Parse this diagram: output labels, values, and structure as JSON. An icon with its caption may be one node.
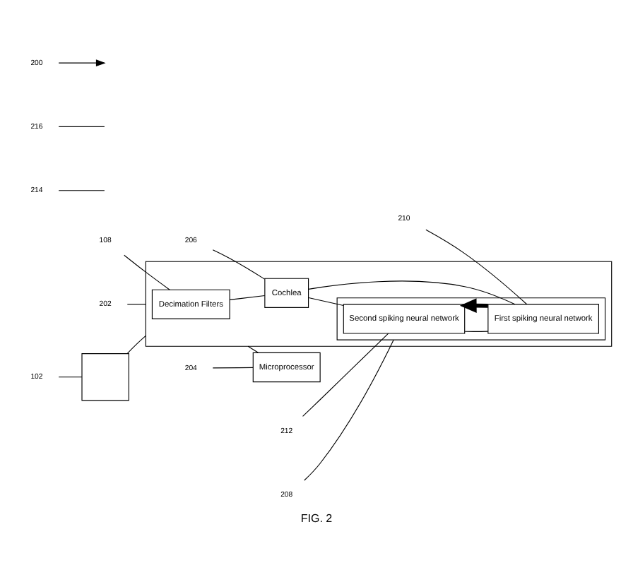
{
  "diagram": {
    "caption": "FIG. 2",
    "nodes": [
      {
        "text": [],
        "shape": "box"
      },
      {
        "text": [],
        "shape": "box"
      },
      {
        "text": [
          "Decimation Filters"
        ],
        "in": 1
      },
      {
        "text": [
          "Cochlea"
        ],
        "in": 1
      },
      {
        "text": [],
        "shape": "box",
        "in": 1
      },
      {
        "text": [
          "Second spiking neural network"
        ],
        "in": 4
      },
      {
        "text": [
          "First spiking neural network"
        ],
        "in": 4
      },
      {
        "text": [
          "Microprocessor"
        ]
      },
      {
        "text": [
          "102"
        ]
      },
      {
        "text": [
          "214"
        ]
      },
      {
        "text": [
          "108"
        ]
      },
      {
        "text": [
          "202"
        ]
      },
      {
        "text": [
          "206"
        ]
      },
      {
        "text": [
          "212"
        ]
      },
      {
        "text": [
          "208"
        ]
      },
      {
        "text": [
          "216"
        ]
      },
      {
        "text": [
          "210"
        ]
      },
      {
        "text": [
          "204"
        ]
      },
      {
        "text": [
          "200"
        ]
      }
    ],
    "edges": [
      {
        "from": 0,
        "to": 1,
        "arrow": "none"
      },
      {
        "from": 2,
        "to": 3,
        "arrow": "none"
      },
      {
        "from": 3,
        "to": 5,
        "arrow": "none"
      },
      {
        "from": 3,
        "to": 6,
        "arrow": "none"
      },
      {
        "from": 5,
        "to": 6,
        "arrow": "none"
      },
      {
        "from": 6,
        "to": 5,
        "arrow": "to",
        "style": "thick"
      },
      {
        "from": 1,
        "to": 7,
        "arrow": "none"
      },
      {
        "from": 8,
        "to": 0,
        "arrow": "none"
      },
      {
        "from": 9,
        "to": null,
        "arrow": "none"
      },
      {
        "from": 10,
        "to": 2,
        "arrow": "none"
      },
      {
        "from": 11,
        "to": 1,
        "arrow": "none"
      },
      {
        "from": 12,
        "to": 3,
        "arrow": "none"
      },
      {
        "from": 13,
        "to": 5,
        "arrow": "none"
      },
      {
        "from": 14,
        "to": 4,
        "arrow": "none"
      },
      {
        "from": 15,
        "to": null,
        "arrow": "none"
      },
      {
        "from": 16,
        "to": 6,
        "arrow": "none"
      },
      {
        "from": 17,
        "to": 7,
        "arrow": "none"
      },
      {
        "from": 18,
        "to": null,
        "arrow": "to"
      }
    ]
  }
}
